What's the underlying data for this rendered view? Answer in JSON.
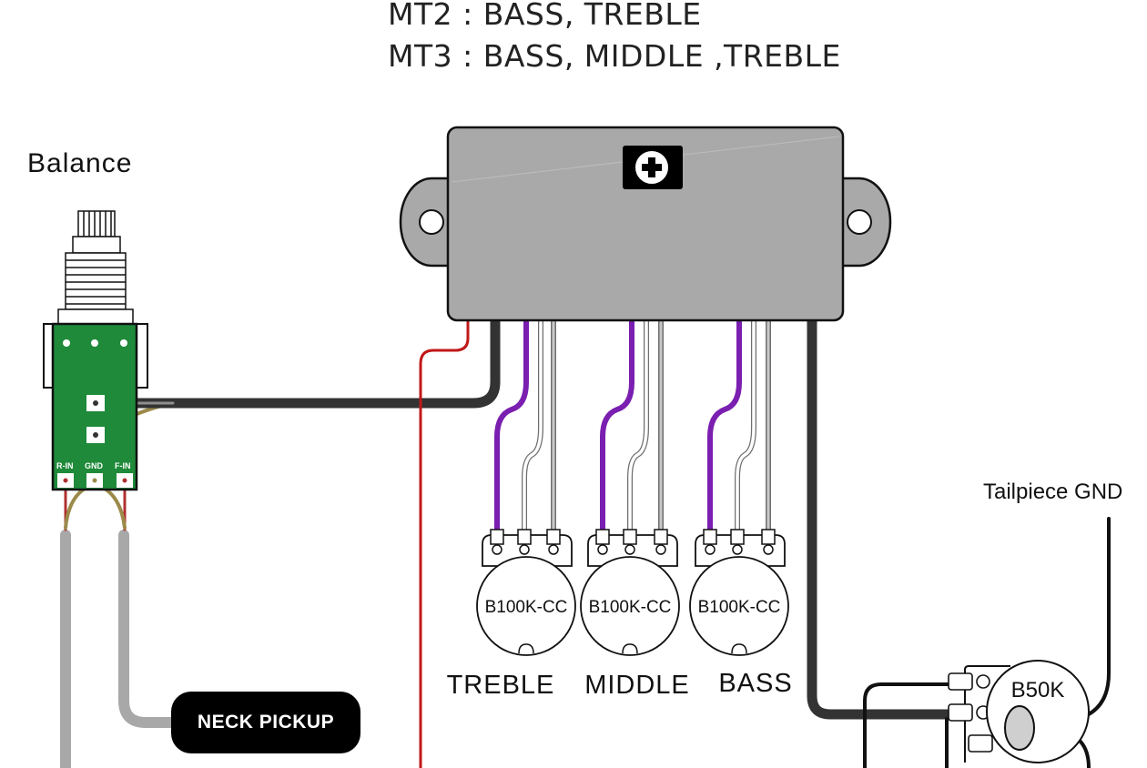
{
  "header": {
    "line1": "MT2 : BASS, TREBLE",
    "line2": "MT3 : BASS, MIDDLE ,TREBLE"
  },
  "balance_pot": {
    "title": "Balance",
    "pin_labels": [
      "R-IN",
      "GND",
      "F-IN"
    ]
  },
  "preamp": {
    "trim_icon": "plus-trim-icon"
  },
  "tone_pots": [
    {
      "value_label": "B100K-CC",
      "function_label": "TREBLE"
    },
    {
      "value_label": "B100K-CC",
      "function_label": "MIDDLE"
    },
    {
      "value_label": "B100K-CC",
      "function_label": "BASS"
    }
  ],
  "volume_pot": {
    "value_label": "B50K"
  },
  "tailpiece": {
    "label": "Tailpiece GND"
  },
  "neck_pickup": {
    "label": "NECK PICKUP"
  },
  "colors": {
    "wire_black": "#333333",
    "wire_red": "#c01818",
    "wire_purple": "#7a1fb0",
    "wire_white": "#ffffff",
    "wire_grey": "#8f8f8f",
    "wire_gold": "#9c8a4a",
    "pickup_grey": "#a8a8a8",
    "preamp_body": "#a9a9a9",
    "pcb_green": "#1f8a3a"
  }
}
